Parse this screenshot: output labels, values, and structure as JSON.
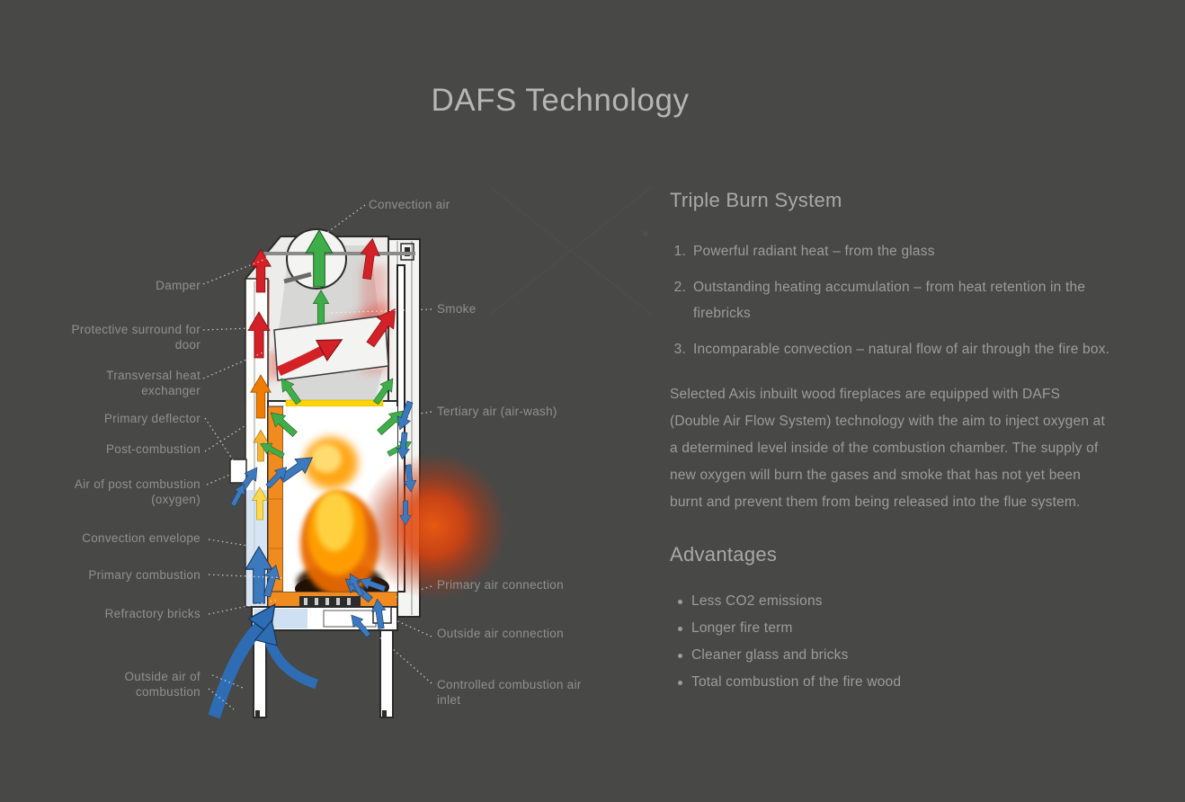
{
  "title": "DAFS Technology",
  "diagram": {
    "top_label": "Convection air",
    "left_labels": [
      "Damper",
      "Protective surround for door",
      "Transversal heat exchanger",
      "Primary deflector",
      "Post-combustion",
      "Air of post combustion (oxygen)",
      "Convection envelope",
      "Primary combustion",
      "Refractory bricks",
      "Outside air of combustion"
    ],
    "right_labels": [
      "Smoke",
      "Tertiary air (air-wash)",
      "Primary air connection",
      "Outside air connection",
      "Controlled combustion air inlet"
    ]
  },
  "content": {
    "heading": "Triple Burn System",
    "items": [
      {
        "num": "1.",
        "text": "Powerful radiant heat – from the glass"
      },
      {
        "num": "2.",
        "text": "Outstanding heating accumulation – from heat retention in the firebricks"
      },
      {
        "num": "3.",
        "text": "Incomparable convection – natural flow of air through the fire box."
      }
    ],
    "paragraph": "Selected Axis inbuilt wood fireplaces are equipped with DAFS (Double Air Flow System) technology with the aim to inject oxygen at a determined level inside of the combustion chamber. The supply of new oxygen will burn the gases and smoke that has not yet been burnt and prevent them from being released into the flue system.",
    "advantages_heading": "Advantages",
    "advantages": [
      "Less CO2 emissions",
      "Longer fire term",
      "Cleaner glass and bricks",
      "Total combustion of the fire wood"
    ]
  },
  "colors": {
    "background": "#484847",
    "title_text": "#b6b6b4",
    "body_text": "#9c9c9a",
    "label_text": "#90908e",
    "arrow_red": "#d42127",
    "arrow_green": "#3fae49",
    "arrow_blue": "#3c79bd",
    "arrow_yellow": "#ffd84d",
    "arrow_orange": "#ef7d00",
    "firebrick_orange": "#ef8b1f",
    "glow_orange": "#dd420d"
  }
}
